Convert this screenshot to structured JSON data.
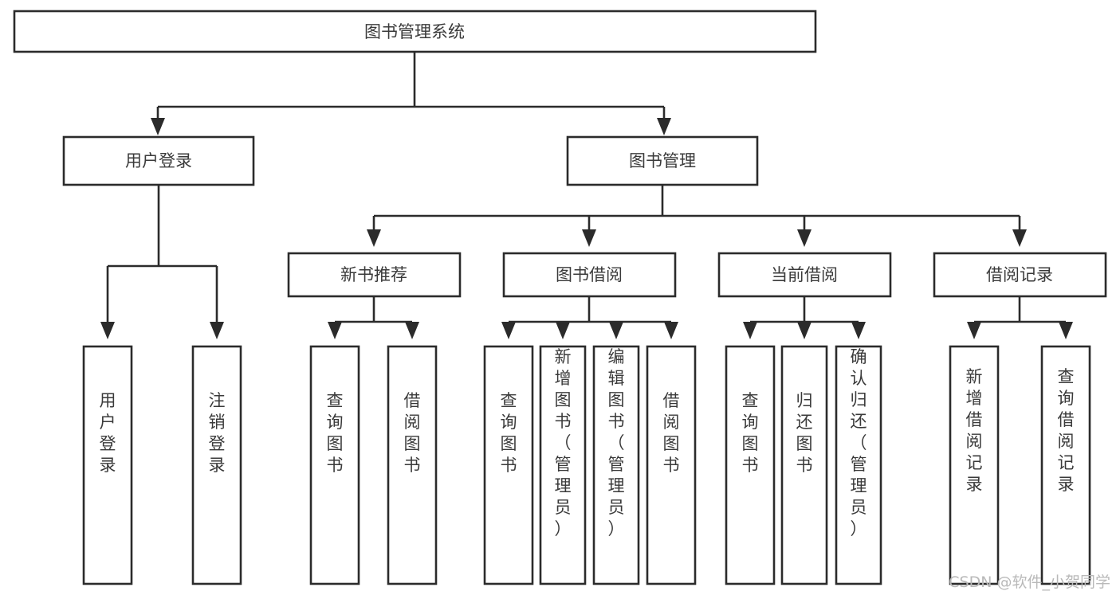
{
  "diagram": {
    "type": "tree-hierarchy",
    "title": "图书管理系统",
    "orientation": "top-down",
    "background_color": "#ffffff",
    "box_fill_color": "#ffffff",
    "box_stroke_color": "#2b2b2b",
    "text_color": "#3a3a3a",
    "connector_color": "#2b2b2b"
  },
  "root": {
    "label": "图书管理系统"
  },
  "level2": [
    {
      "label": "用户登录"
    },
    {
      "label": "图书管理"
    }
  ],
  "level3": [
    {
      "label": "新书推荐"
    },
    {
      "label": "图书借阅"
    },
    {
      "label": "当前借阅"
    },
    {
      "label": "借阅记录"
    }
  ],
  "leaves": {
    "user_login": [
      {
        "label": "用户登录"
      },
      {
        "label": "注销登录"
      }
    ],
    "new_book_recommend": [
      {
        "label": "查询图书"
      },
      {
        "label": "借阅图书"
      }
    ],
    "book_borrow": [
      {
        "label": "查询图书"
      },
      {
        "label": "新增图书（管理员）"
      },
      {
        "label": "编辑图书（管理员）"
      },
      {
        "label": "借阅图书"
      }
    ],
    "current_borrow": [
      {
        "label": "查询图书"
      },
      {
        "label": "归还图书"
      },
      {
        "label": "确认归还（管理员）"
      }
    ],
    "borrow_record": [
      {
        "label": "新增借阅记录"
      },
      {
        "label": "查询借阅记录"
      }
    ]
  },
  "watermark": {
    "text": "CSDN @软件_小贺同学",
    "color": "#b9b9b9"
  }
}
